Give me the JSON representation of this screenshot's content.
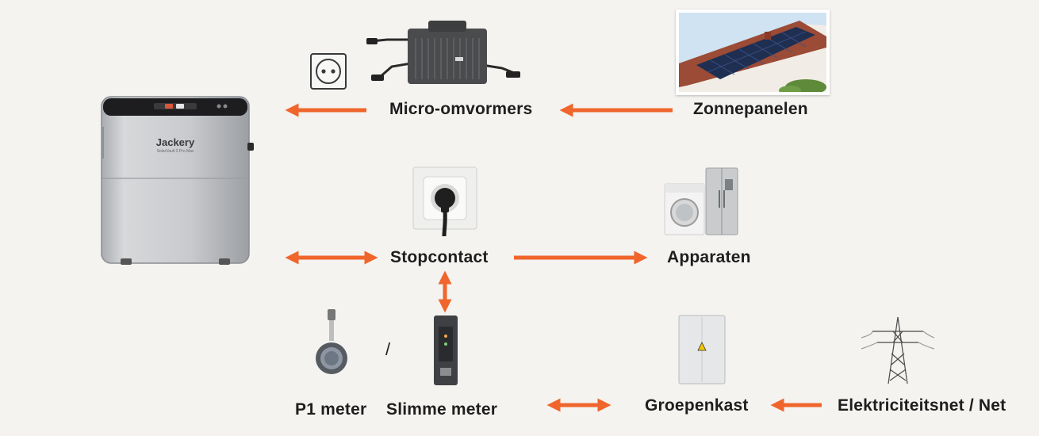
{
  "labels": {
    "micro": "Micro-omvormers",
    "solar": "Zonnepanelen",
    "socket": "Stopcontact",
    "appliances": "Apparaten",
    "p1": "P1 meter",
    "slash": "/",
    "smart": "Slimme meter",
    "panel": "Groepenkast",
    "grid": "Elektriciteitsnet / Net"
  },
  "battery": {
    "brand": "Jackery",
    "model": "SolarVault 3 Pro Max"
  },
  "colors": {
    "arrow": "#f0652c",
    "background": "#f4f3f0"
  }
}
